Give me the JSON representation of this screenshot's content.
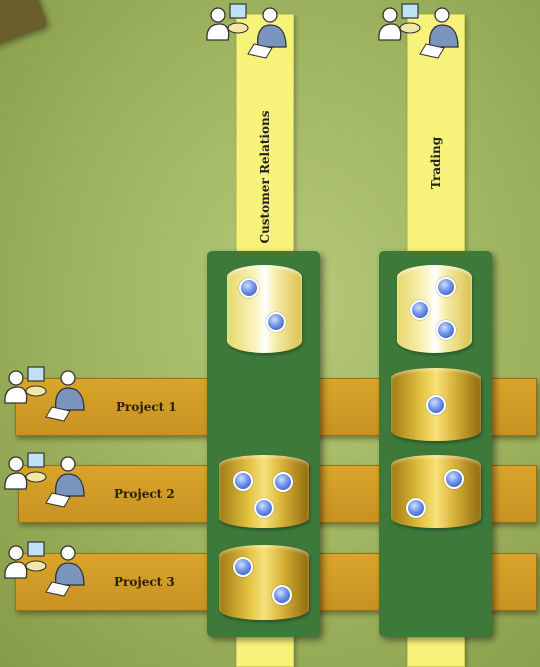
{
  "lanes": [
    {
      "id": "customer-relations",
      "label": "Customer Relations"
    },
    {
      "id": "trading",
      "label": "Trading"
    }
  ],
  "projects": [
    {
      "id": "project-1",
      "label": "Project 1"
    },
    {
      "id": "project-2",
      "label": "Project 2"
    },
    {
      "id": "project-3",
      "label": "Project 3"
    }
  ],
  "icons": {
    "people": "people-icon",
    "resource": "resource-dot-icon"
  },
  "colors": {
    "lane": "#f7f27a",
    "project_bar": "#c89222",
    "panel": "#3d7a3a",
    "dot": "#4a6fd6"
  }
}
